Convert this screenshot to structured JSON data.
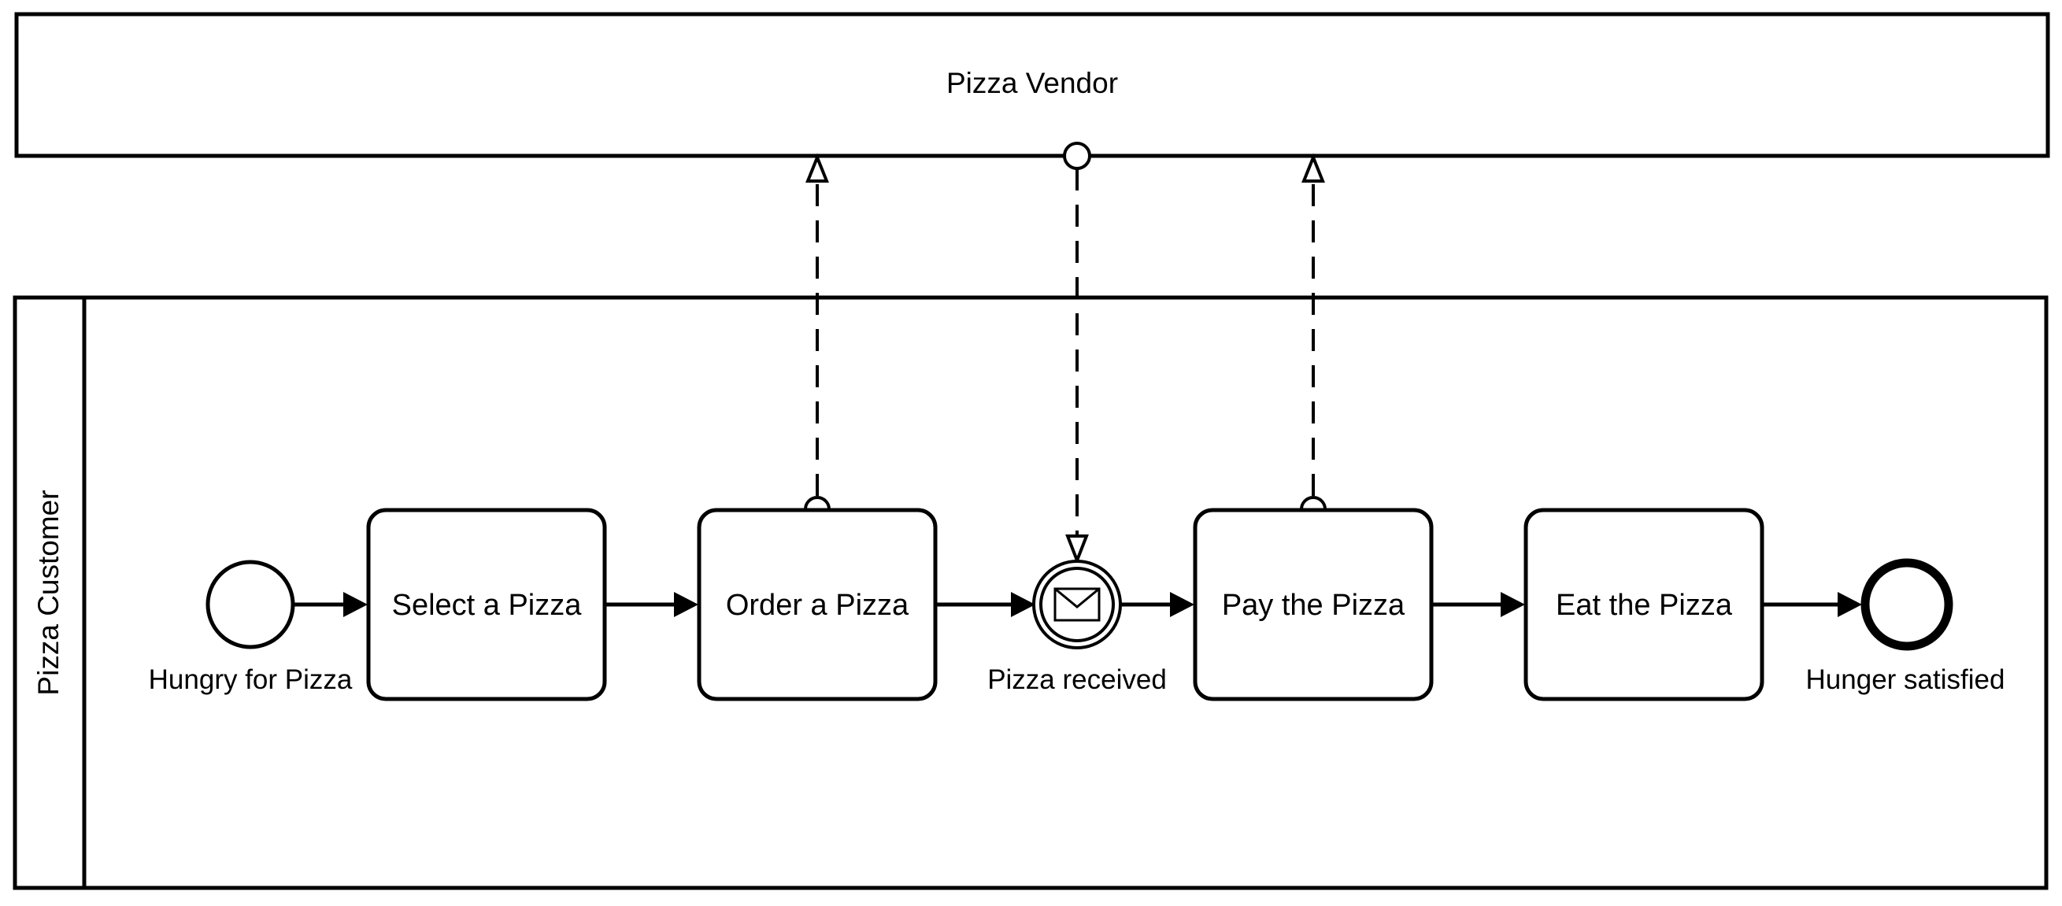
{
  "diagram": {
    "pools": {
      "vendor": {
        "label": "Pizza Vendor"
      },
      "customer": {
        "label": "Pizza Customer"
      }
    },
    "events": {
      "start": {
        "label": "Hungry for Pizza"
      },
      "message": {
        "label": "Pizza received",
        "icon": "envelope-icon"
      },
      "end": {
        "label": "Hunger satisfied"
      }
    },
    "tasks": [
      {
        "label": "Select a Pizza"
      },
      {
        "label": "Order a Pizza"
      },
      {
        "label": "Pay the Pizza"
      },
      {
        "label": "Eat the Pizza"
      }
    ],
    "colors": {
      "stroke": "#000000",
      "fill": "#ffffff"
    }
  }
}
